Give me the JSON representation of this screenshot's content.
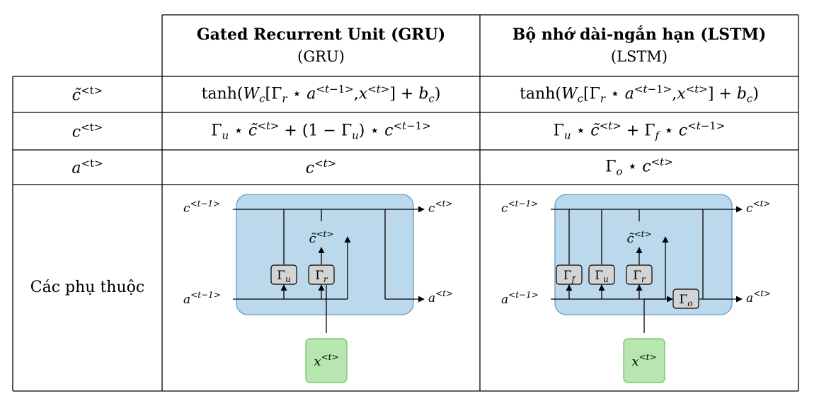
{
  "header": {
    "gru_title": "Gated Recurrent Unit (GRU)",
    "gru_sub": "(GRU)",
    "lstm_title": "Bộ nhớ dài-ngắn hạn (LSTM)",
    "lstm_sub": "(LSTM)"
  },
  "rows": {
    "ctilde_label": "c̃",
    "c_label": "c",
    "a_label": "a",
    "sup_t": "<t>",
    "deps_label": "Các phụ thuộc"
  },
  "diagram": {
    "c_prev": "c",
    "c_prev_sup": "<t−1>",
    "a_prev": "a",
    "a_prev_sup": "<t−1>",
    "c_next": "c",
    "a_next": "a",
    "sup_t": "<t>",
    "ctilde": "c̃",
    "x": "x",
    "gamma": "Γ",
    "u": "u",
    "r": "r",
    "f": "f",
    "o": "o"
  },
  "colors": {
    "cell_fill": "#bcd8ec",
    "cell_stroke": "#5f9ccb",
    "gate_fill": "#d3d3d3",
    "input_fill": "#b8e6b0",
    "input_stroke": "#6cc060"
  }
}
